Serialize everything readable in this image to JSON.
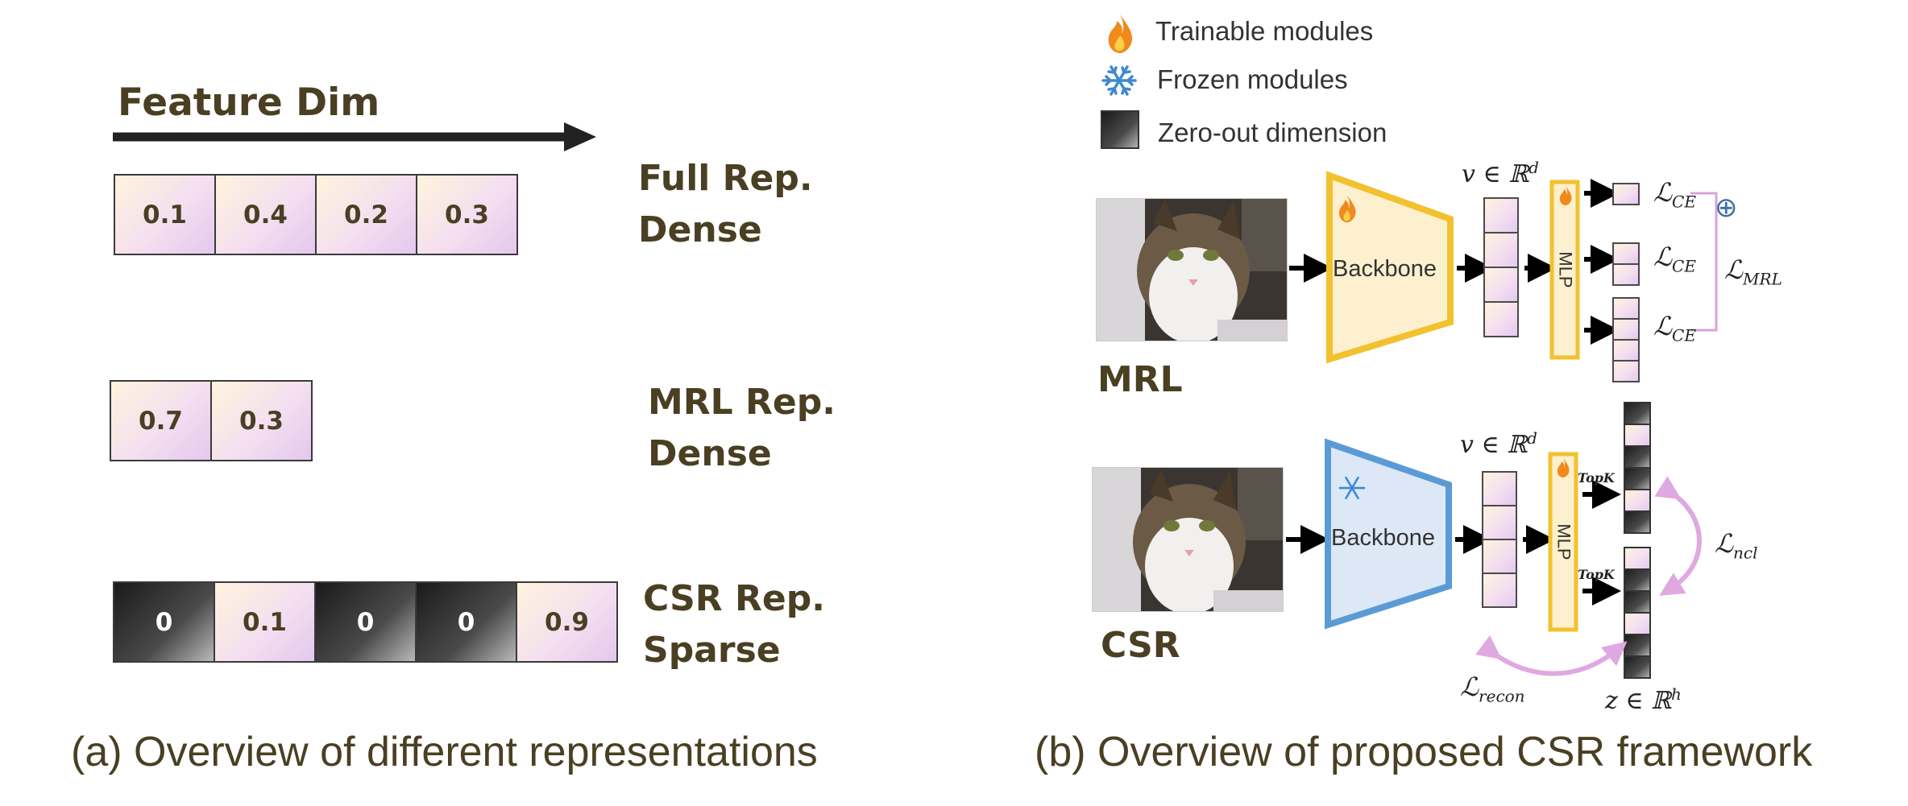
{
  "left_panel": {
    "axis_label": "Feature Dim",
    "full_rep": {
      "label_line1": "Full Rep.",
      "label_line2": "Dense",
      "values": [
        "0.1",
        "0.4",
        "0.2",
        "0.3"
      ]
    },
    "mrl_rep": {
      "label_line1": "MRL Rep.",
      "label_line2": "Dense",
      "values": [
        "0.7",
        "0.3"
      ]
    },
    "csr_rep": {
      "label_line1": "CSR Rep.",
      "label_line2": "Sparse",
      "values": [
        "0",
        "0.1",
        "0",
        "0",
        "0.9"
      ],
      "zero_out": [
        true,
        false,
        true,
        true,
        false
      ]
    },
    "caption": "(a) Overview of different representations"
  },
  "right_panel": {
    "legend": {
      "trainable": "Trainable modules",
      "frozen": "Frozen modules",
      "zero_out": "Zero-out dimension"
    },
    "mrl": {
      "label": "MRL",
      "backbone": "Backbone",
      "mlp": "MLP",
      "v_label": "v ∈ ℝ",
      "v_sup": "d",
      "loss_ce": "ℒ",
      "loss_ce_sub": "CE",
      "loss_mrl": "ℒ",
      "loss_mrl_sub": "MRL",
      "plus": "⊕"
    },
    "csr": {
      "label": "CSR",
      "backbone": "Backbone",
      "mlp": "MLP",
      "v_label": "v ∈ ℝ",
      "v_sup": "d",
      "topk": "TopK",
      "loss_ncl": "ℒ",
      "loss_ncl_sub": "ncl",
      "loss_recon": "ℒ",
      "loss_recon_sub": "recon",
      "z_label": "z ∈ ℝ",
      "z_sup": "h"
    },
    "caption": "(b) Overview of proposed CSR framework"
  },
  "colors": {
    "trainable_border": "#f2c12e",
    "trainable_fill": "#fdf0cf",
    "frozen_border": "#5b9bd5",
    "frozen_fill": "#dce8f6",
    "text_dark": "#4a3f22",
    "loss_arrow": "#e0a8e0"
  }
}
